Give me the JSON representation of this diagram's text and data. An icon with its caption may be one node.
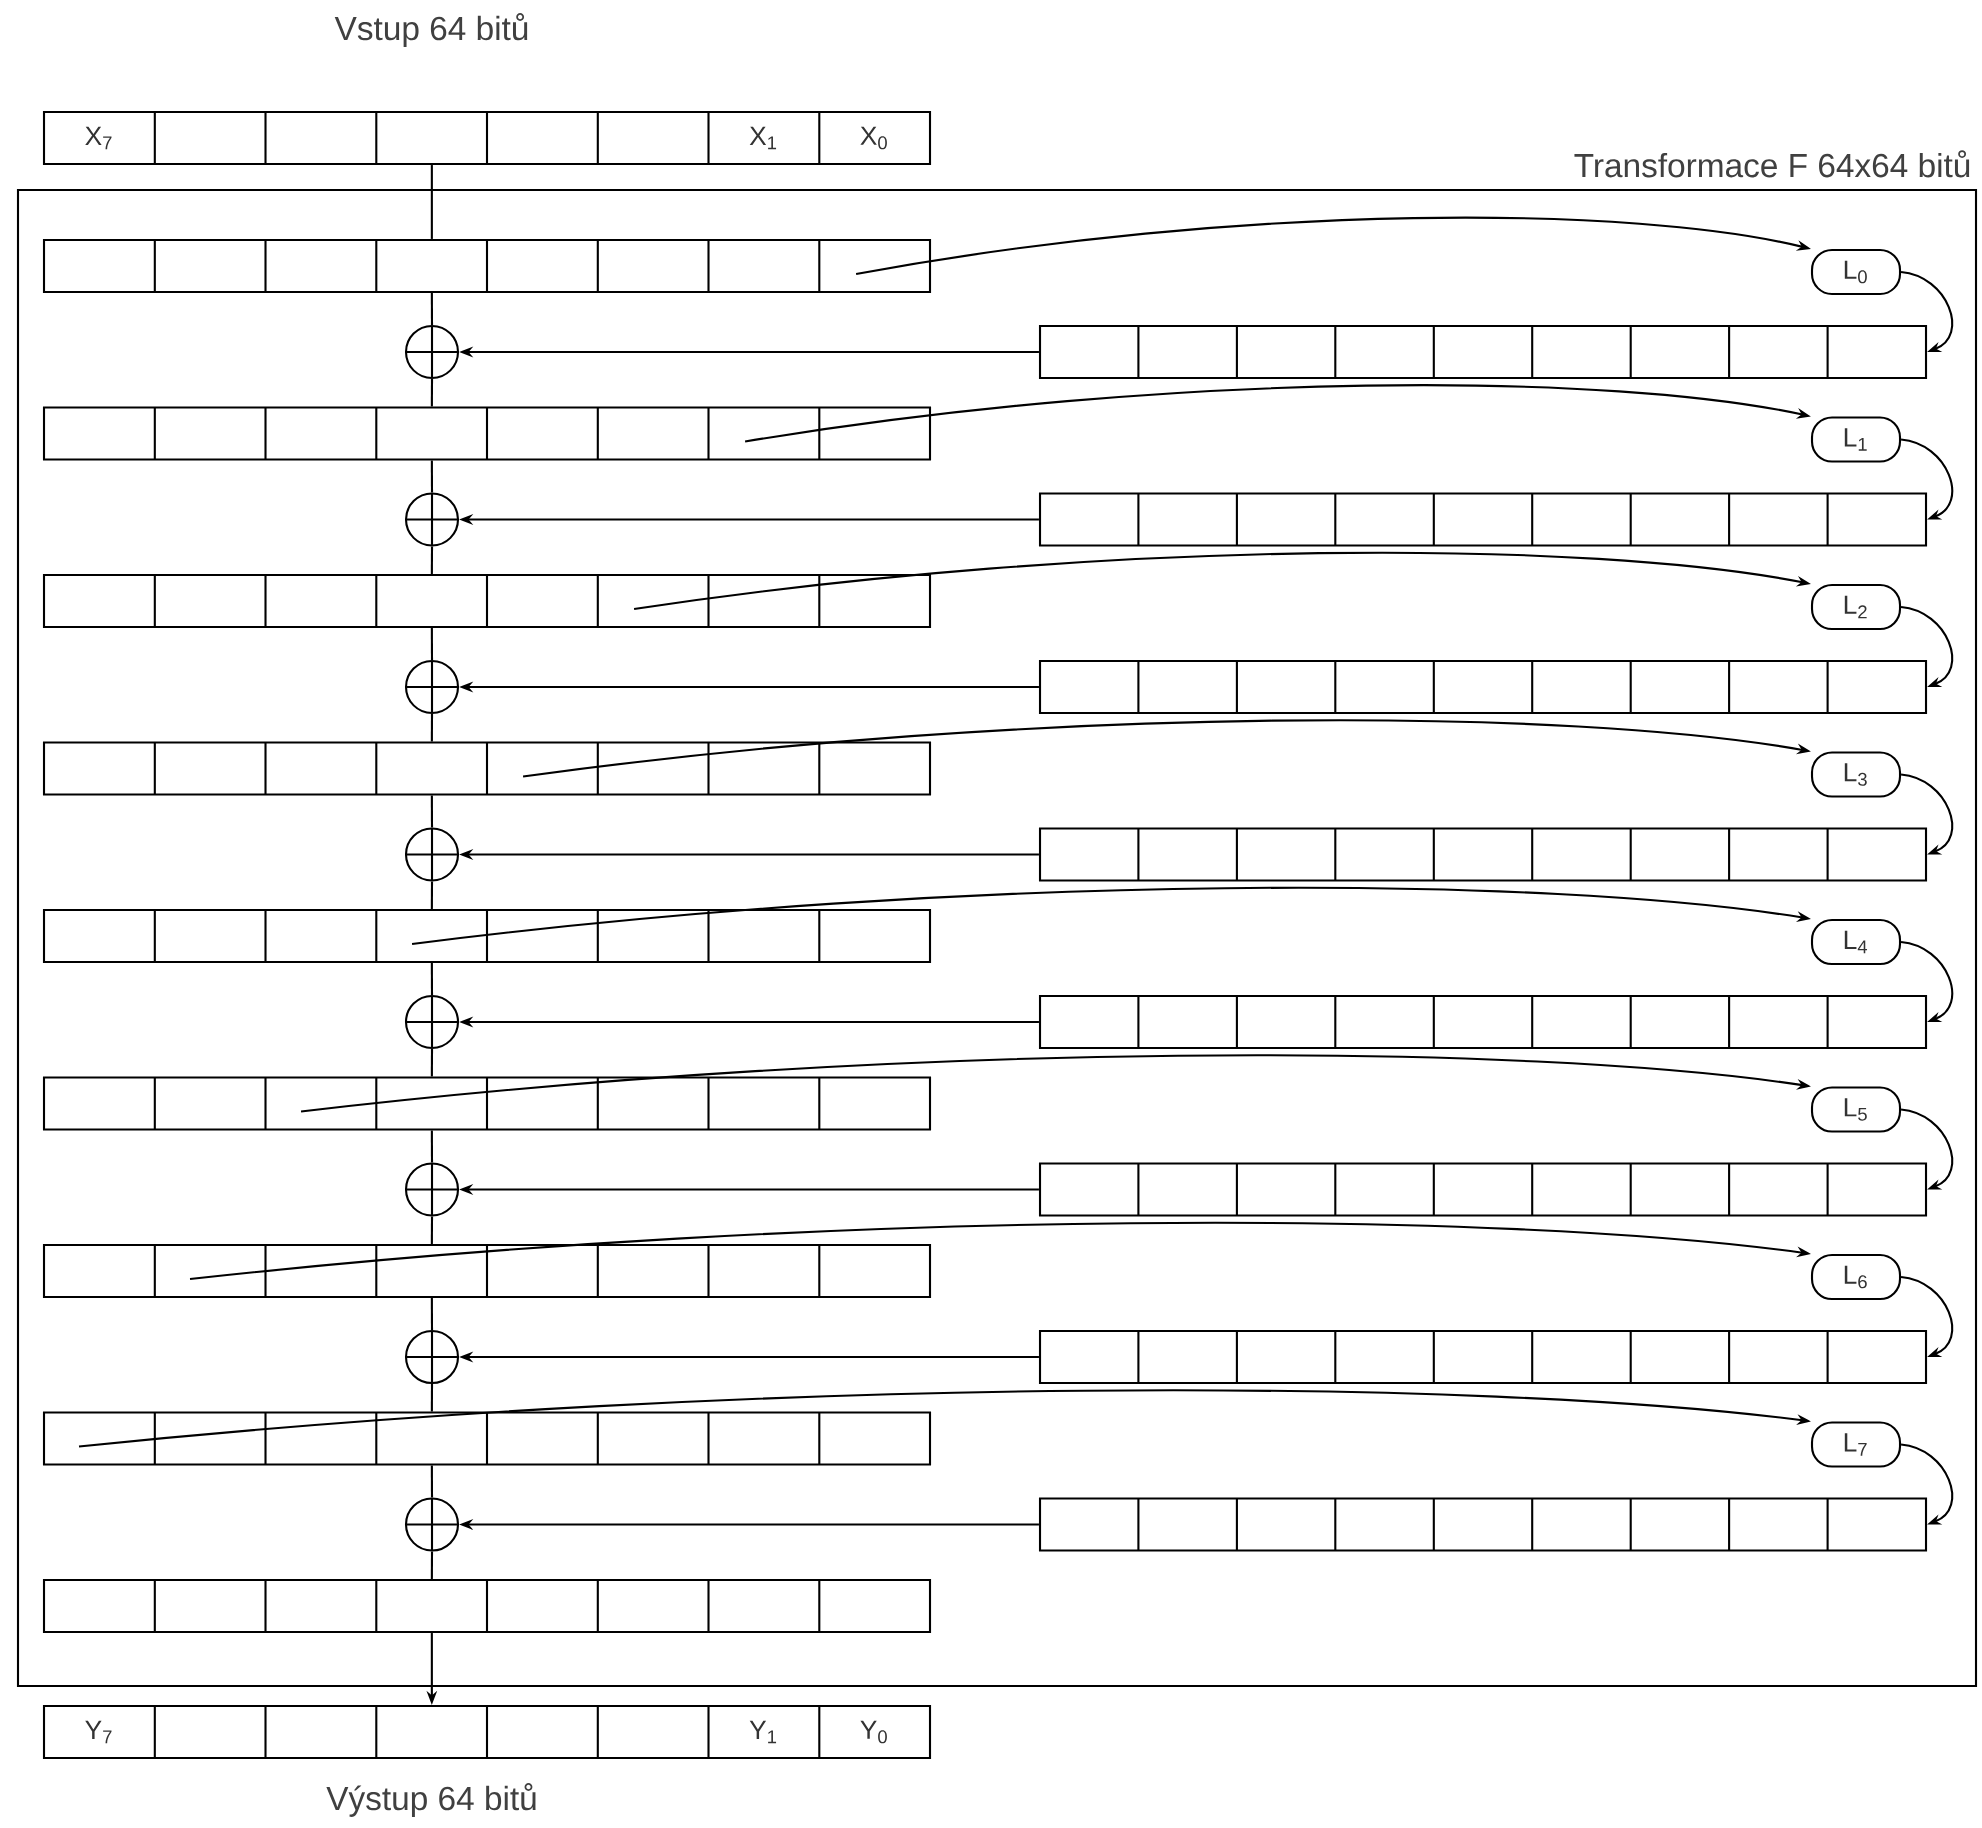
{
  "diagram": {
    "nodes": [
      {
        "text": [
          "X$_{7}$",
          "X$_{1}$",
          "X$_{0}$"
        ],
        "beside": [
          "Vstup 64 bitů"
        ]
      },
      {
        "text": [
          "Transformace F 64x64 bitů"
        ]
      },
      {
        "text": [],
        "shape": "bar",
        "in": 1
      },
      {
        "text": [],
        "shape": "bar",
        "in": 1
      },
      {
        "text": [],
        "shape": "bar",
        "in": 1
      },
      {
        "text": [],
        "shape": "bar",
        "in": 1
      },
      {
        "text": [],
        "shape": "bar",
        "in": 1
      },
      {
        "text": [],
        "shape": "bar",
        "in": 1
      },
      {
        "text": [],
        "shape": "bar",
        "in": 1
      },
      {
        "text": [],
        "shape": "bar",
        "in": 1
      },
      {
        "text": [],
        "shape": "bar",
        "in": 1
      },
      {
        "text": [],
        "shape": "circle",
        "in": 1
      },
      {
        "text": [],
        "shape": "circle",
        "in": 1
      },
      {
        "text": [],
        "shape": "circle",
        "in": 1
      },
      {
        "text": [],
        "shape": "circle",
        "in": 1
      },
      {
        "text": [],
        "shape": "circle",
        "in": 1
      },
      {
        "text": [],
        "shape": "circle",
        "in": 1
      },
      {
        "text": [],
        "shape": "circle",
        "in": 1
      },
      {
        "text": [],
        "shape": "circle",
        "in": 1
      },
      {
        "text": [],
        "shape": "bar",
        "in": 1
      },
      {
        "text": [],
        "shape": "bar",
        "in": 1
      },
      {
        "text": [],
        "shape": "bar",
        "in": 1
      },
      {
        "text": [],
        "shape": "bar",
        "in": 1
      },
      {
        "text": [],
        "shape": "bar",
        "in": 1
      },
      {
        "text": [],
        "shape": "bar",
        "in": 1
      },
      {
        "text": [],
        "shape": "bar",
        "in": 1
      },
      {
        "text": [],
        "shape": "bar",
        "in": 1
      },
      {
        "text": [
          "L$_{0}$"
        ],
        "in": 1
      },
      {
        "text": [
          "L$_{1}$"
        ],
        "in": 1
      },
      {
        "text": [
          "L$_{2}$"
        ],
        "in": 1
      },
      {
        "text": [
          "L$_{3}$"
        ],
        "in": 1
      },
      {
        "text": [
          "L$_{4}$"
        ],
        "in": 1
      },
      {
        "text": [
          "L$_{5}$"
        ],
        "in": 1
      },
      {
        "text": [
          "L$_{6}$"
        ],
        "in": 1
      },
      {
        "text": [
          "L$_{7}$"
        ],
        "in": 1
      },
      {
        "text": [
          "Y$_{7}$",
          "Y$_{1}$",
          "Y$_{0}$"
        ],
        "beside": [
          "Výstup 64 bitů"
        ]
      }
    ],
    "edges": [
      {
        "from": 0,
        "to": 2,
        "arrow": "none"
      },
      {
        "from": 2,
        "to": 11,
        "arrow": "none"
      },
      {
        "from": 11,
        "to": 3,
        "arrow": "none"
      },
      {
        "from": 3,
        "to": 12,
        "arrow": "none"
      },
      {
        "from": 12,
        "to": 4,
        "arrow": "none"
      },
      {
        "from": 4,
        "to": 13,
        "arrow": "none"
      },
      {
        "from": 13,
        "to": 5,
        "arrow": "none"
      },
      {
        "from": 5,
        "to": 14,
        "arrow": "none"
      },
      {
        "from": 14,
        "to": 6,
        "arrow": "none"
      },
      {
        "from": 6,
        "to": 15,
        "arrow": "none"
      },
      {
        "from": 15,
        "to": 7,
        "arrow": "none"
      },
      {
        "from": 7,
        "to": 16,
        "arrow": "none"
      },
      {
        "from": 16,
        "to": 8,
        "arrow": "none"
      },
      {
        "from": 8,
        "to": 17,
        "arrow": "none"
      },
      {
        "from": 17,
        "to": 9,
        "arrow": "none"
      },
      {
        "from": 9,
        "to": 18,
        "arrow": "none"
      },
      {
        "from": 18,
        "to": 10,
        "arrow": "none"
      },
      {
        "from": 10,
        "to": 35,
        "arrow": "to"
      },
      {
        "from": 2,
        "to": 27,
        "arrow": "to"
      },
      {
        "from": 27,
        "to": 19,
        "arrow": "to"
      },
      {
        "from": 19,
        "to": 11,
        "arrow": "to"
      },
      {
        "from": 3,
        "to": 28,
        "arrow": "to"
      },
      {
        "from": 28,
        "to": 20,
        "arrow": "to"
      },
      {
        "from": 20,
        "to": 12,
        "arrow": "to"
      },
      {
        "from": 4,
        "to": 29,
        "arrow": "to"
      },
      {
        "from": 29,
        "to": 21,
        "arrow": "to"
      },
      {
        "from": 21,
        "to": 13,
        "arrow": "to"
      },
      {
        "from": 5,
        "to": 30,
        "arrow": "to"
      },
      {
        "from": 30,
        "to": 22,
        "arrow": "to"
      },
      {
        "from": 22,
        "to": 14,
        "arrow": "to"
      },
      {
        "from": 6,
        "to": 31,
        "arrow": "to"
      },
      {
        "from": 31,
        "to": 23,
        "arrow": "to"
      },
      {
        "from": 23,
        "to": 15,
        "arrow": "to"
      },
      {
        "from": 7,
        "to": 32,
        "arrow": "to"
      },
      {
        "from": 32,
        "to": 24,
        "arrow": "to"
      },
      {
        "from": 24,
        "to": 16,
        "arrow": "to"
      },
      {
        "from": 8,
        "to": 33,
        "arrow": "to"
      },
      {
        "from": 33,
        "to": 25,
        "arrow": "to"
      },
      {
        "from": 25,
        "to": 17,
        "arrow": "to"
      },
      {
        "from": 9,
        "to": 34,
        "arrow": "to"
      },
      {
        "from": 34,
        "to": 26,
        "arrow": "to"
      },
      {
        "from": 26,
        "to": 18,
        "arrow": "to"
      }
    ]
  }
}
